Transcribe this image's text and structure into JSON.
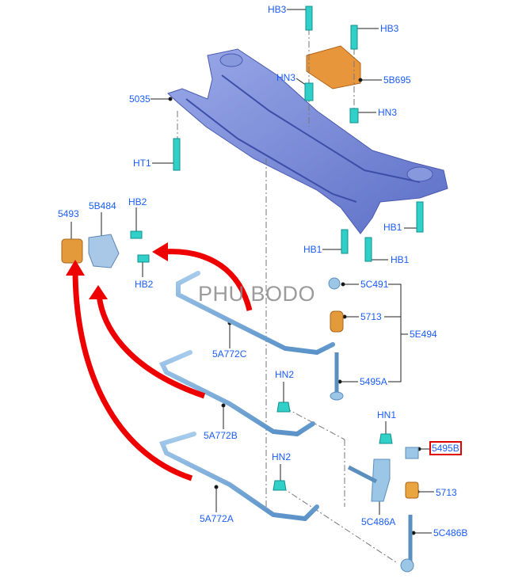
{
  "watermark": "PHU BODO",
  "highlight_color": "#e00000",
  "label_color": "#1a5cff",
  "labels": {
    "hb3_top": "HB3",
    "hb3_right": "HB3",
    "b695": "5B695",
    "hn3_left": "HN3",
    "hn3_right": "HN3",
    "p5035": "5035",
    "ht1": "HT1",
    "p5493": "5493",
    "b484": "5B484",
    "hb2_top": "HB2",
    "hb2_bottom": "HB2",
    "hb1_left": "HB1",
    "hb1_right_top": "HB1",
    "hb1_right_bottom": "HB1",
    "c491": "5C491",
    "p5713_top": "5713",
    "e494": "5E494",
    "a772c": "5A772C",
    "p5495a": "5495A",
    "hn2_top": "HN2",
    "a772b": "5A772B",
    "hn1": "HN1",
    "p5495b": "5495B",
    "p5713_bottom": "5713",
    "a772a": "5A772A",
    "hn2_bottom": "HN2",
    "c486a": "5C486A",
    "c486b": "5C486B"
  }
}
